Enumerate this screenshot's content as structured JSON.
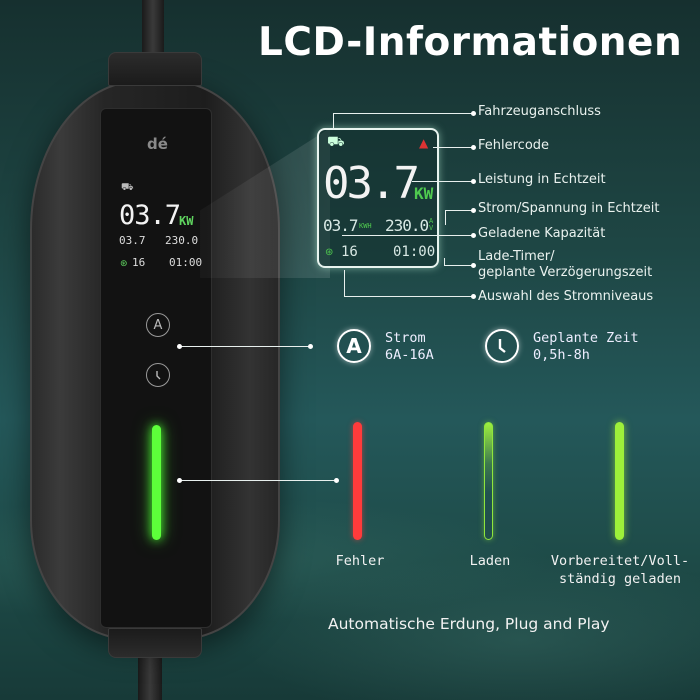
{
  "title": "LCD-Informationen",
  "device": {
    "logo": "dé",
    "lcd": {
      "power_value": "03.7",
      "power_unit": "KW",
      "energy_value": "03.7",
      "energy_unit": "KWH",
      "voltage_value": "230.0",
      "voltage_unit": "V",
      "current_level": "16",
      "timer": "01:00"
    },
    "buttons": [
      {
        "label": "A",
        "icon": "ampere-icon"
      },
      {
        "label": "◷",
        "icon": "clock-icon"
      }
    ],
    "led_color": "#5dff3a"
  },
  "callouts": [
    {
      "label": "Fahrzeuganschluss"
    },
    {
      "label": "Fehlercode"
    },
    {
      "label": "Leistung in Echtzeit"
    },
    {
      "label": "Strom/Spannung in Echtzeit"
    },
    {
      "label": "Geladene Kapazität"
    },
    {
      "label": "Lade-Timer/",
      "label2": "geplante Verzögerungszeit"
    },
    {
      "label": "Auswahl des Stromniveaus"
    }
  ],
  "features": [
    {
      "icon_label": "A",
      "icon": "ampere-icon",
      "line1": "Strom",
      "line2": "6A-16A"
    },
    {
      "icon_label": "",
      "icon": "clock-icon",
      "line1": "Geplante Zeit",
      "line2": "0,5h-8h"
    }
  ],
  "led_states": [
    {
      "label": "Fehler",
      "color": "#ff3b3b"
    },
    {
      "label": "Laden",
      "color": "#8fe63c"
    },
    {
      "label": "Vorbereitet/Voll-",
      "label2": "ständig geladen",
      "color": "#9df03a"
    }
  ],
  "footer": "Automatische Erdung, Plug and Play"
}
